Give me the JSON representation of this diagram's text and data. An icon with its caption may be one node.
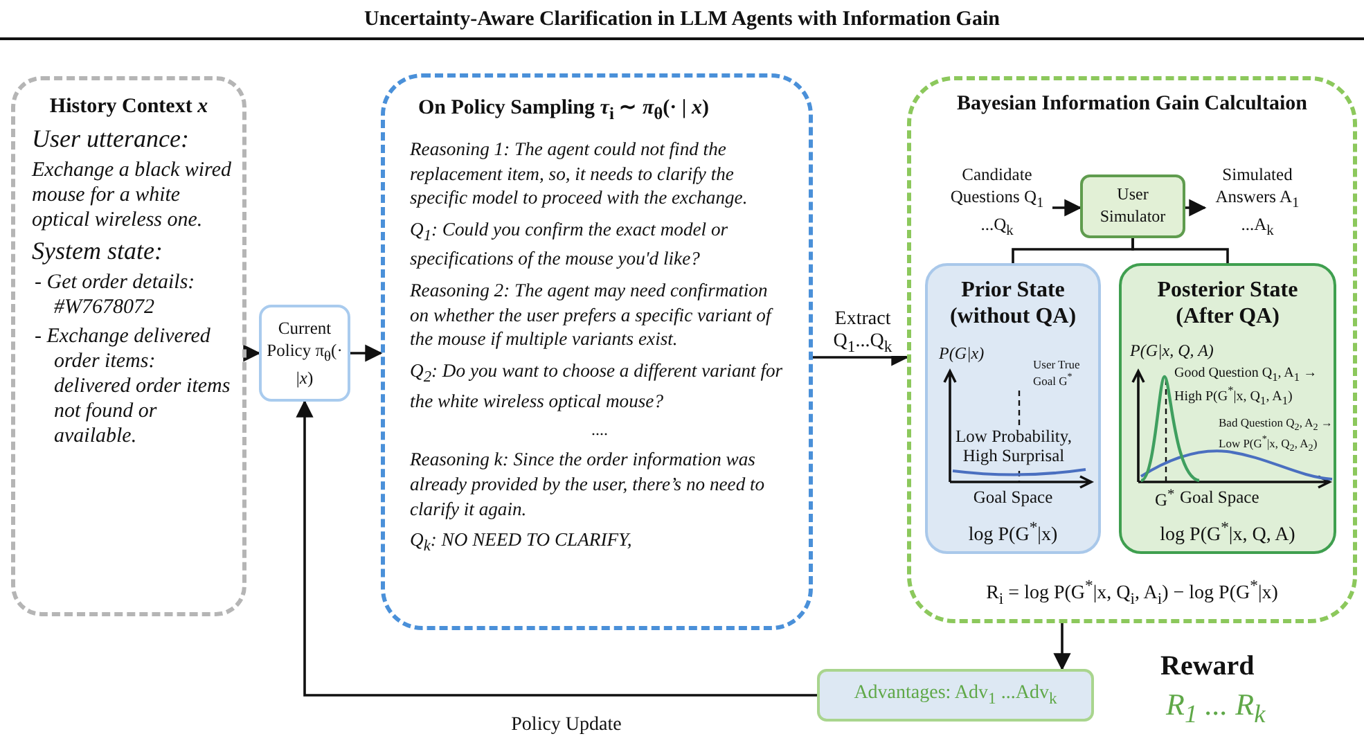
{
  "diagram": {
    "title": "Uncertainty-Aware Clarification in LLM Agents with Information Gain",
    "nodes": [
      {
        "text": [
          "History Context *x*",
          "User utterance:",
          "Exchange a black wired mouse for a white optical wireless one.",
          "System state:",
          "- Get order details: #W7678072",
          "- Exchange delivered order items: delivered order items not found or available."
        ]
      },
      {
        "text": [
          "Current Policy π$_{θ}$(· |*x*)"
        ]
      },
      {
        "text": [
          "On Policy Sampling  *τ*$_{i}$ ∼ *π*$_{θ}$(· | *x*)",
          "Reasoning 1: The agent could not find the replacement item, so, it needs to clarify the specific model to proceed with the exchange.",
          "Q$_{1}$: Could you confirm the exact model or specifications of the mouse you'd like?",
          "Reasoning 2: The agent may need confirmation on whether the user prefers a specific variant of the mouse if multiple variants exist.",
          "Q$_{2}$: Do you want to choose a different variant for the white wireless optical mouse?",
          "....",
          "Reasoning k: Since the order information was already provided by the user, there’s no need to clarify it again.",
          "Q$_{k}$: NO NEED TO CLARIFY,"
        ]
      },
      {
        "text": [
          "Bayesian Information Gain Calcultaion",
          "R$_{i}$ = log P(G$^{*}$|x, Q$_{i}$, A$_{i}$) − log P(G$^{*}$|x)"
        ]
      },
      {
        "text": [
          "Candidate Questions Q$_{1}$ ...Q$_{k}$"
        ],
        "in": 3
      },
      {
        "text": [
          "User Simulator"
        ],
        "in": 3
      },
      {
        "text": [
          "Simulated Answers A$_{1}$ ...A$_{k}$"
        ],
        "in": 3
      },
      {
        "text": [
          "Prior State (without QA)",
          "P(G|x)",
          "User True Goal G$^{*}$",
          "Low Probability, High Surprisal",
          "Goal Space",
          "log P(G$^{*}$|x)"
        ],
        "in": 3
      },
      {
        "text": [
          "Posterior State (After QA)",
          "P(G|x, Q, A)",
          "Good Question Q$_{1}$, A$_{1}$ → High P(G$^{*}$|x, Q$_{1}$, A$_{1}$)",
          "Bad Question Q$_{2}$, A$_{2}$ → Low P(G$^{*}$|x, Q$_{2}$, A$_{2}$)",
          "G$^{*}$",
          "Goal Space",
          "log P(G$^{*}$|x, Q, A)"
        ],
        "in": 3
      },
      {
        "text": [
          "Advantages: Adv$_{1}$ ...Adv$_{k}$"
        ]
      }
    ],
    "edges": [
      {
        "from": 0,
        "to": 1,
        "arrow": "to"
      },
      {
        "from": 1,
        "to": 2,
        "arrow": "to"
      },
      {
        "from": 2,
        "to": 3,
        "arrow": "to",
        "label": "Extract Q$_{1}$...Q$_{k}$"
      },
      {
        "from": 4,
        "to": 5,
        "arrow": "to"
      },
      {
        "from": 5,
        "to": 6,
        "arrow": "to"
      },
      {
        "from": 5,
        "to": 7,
        "arrow": "none"
      },
      {
        "from": 5,
        "to": 8,
        "arrow": "none"
      },
      {
        "from": 3,
        "to": 9,
        "arrow": "to"
      },
      {
        "from": 9,
        "to": 1,
        "arrow": "to",
        "label": "Policy Update"
      }
    ],
    "labels": [
      "Reward",
      "R$_{1}$ ... R$_{k}$"
    ]
  }
}
